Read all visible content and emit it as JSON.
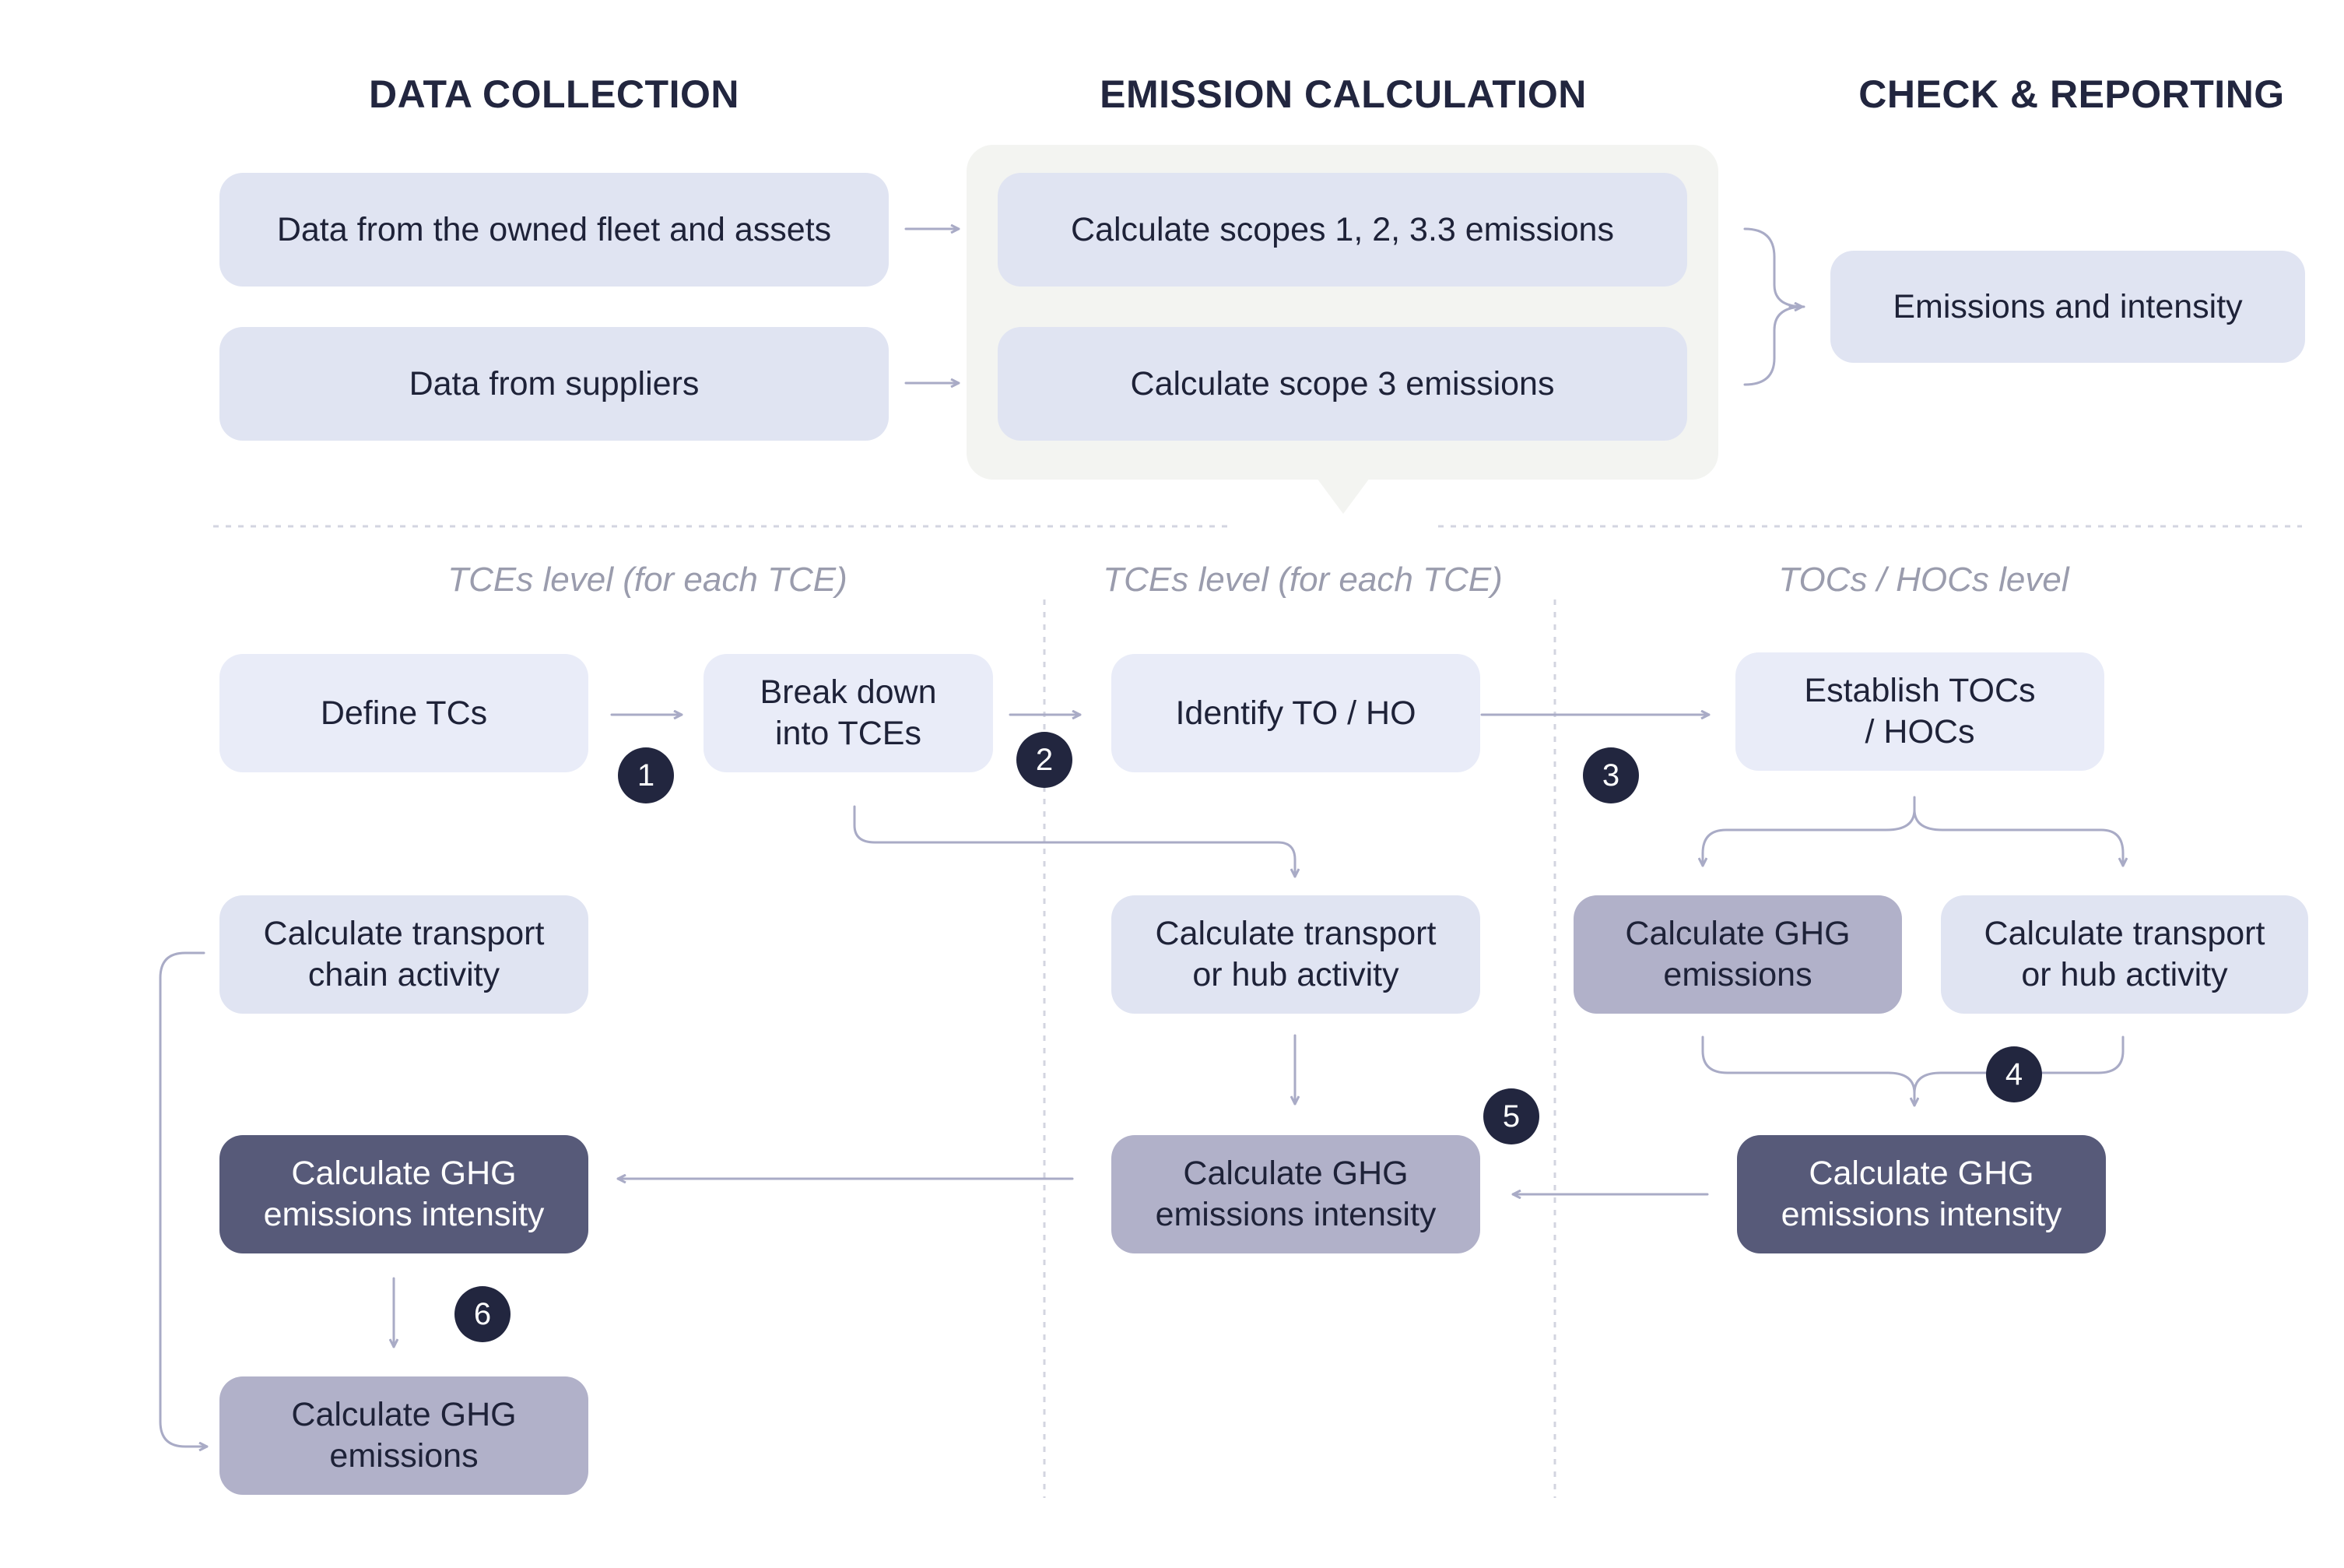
{
  "headers": {
    "data_collection": "DATA COLLECTION",
    "emission_calculation": "EMISSION CALCULATION",
    "check_reporting": "CHECK & REPORTING"
  },
  "top": {
    "owned_fleet": "Data from the owned fleet and assets",
    "suppliers": "Data from suppliers",
    "scopes_123": "Calculate scopes 1, 2, 3.3 emissions",
    "scope_3": "Calculate scope 3 emissions",
    "emissions_intensity": "Emissions and intensity"
  },
  "levels": {
    "tce_left": "TCEs level (for each TCE)",
    "tce_mid": "TCEs level (for each TCE)",
    "toc_hoc": "TOCs / HOCs level"
  },
  "steps": {
    "define_tcs": "Define TCs",
    "break_down": "Break down\ninto TCEs",
    "identify_to_ho": "Identify TO / HO",
    "establish_tocs": "Establish TOCs\n/ HOCs",
    "calc_transport_chain": "Calculate transport\nchain activity",
    "calc_transport_hub_mid": "Calculate transport\nor hub activity",
    "calc_ghg_right": "Calculate GHG\nemissions",
    "calc_transport_hub_right": "Calculate transport\nor hub activity",
    "calc_intensity_left": "Calculate GHG\nemissions intensity",
    "calc_intensity_mid": "Calculate GHG\nemissions intensity",
    "calc_intensity_right": "Calculate GHG\nemissions intensity",
    "calc_ghg_left": "Calculate GHG\nemissions"
  },
  "badges": [
    "1",
    "2",
    "3",
    "4",
    "5",
    "6"
  ],
  "colors": {
    "box_blue": "#e0e4f2",
    "box_light": "#e9ecf8",
    "box_mid": "#b1b1c9",
    "box_dark": "#575a79",
    "badge": "#22263f",
    "connector": "#a9abc6",
    "panel": "#f3f4f1"
  }
}
